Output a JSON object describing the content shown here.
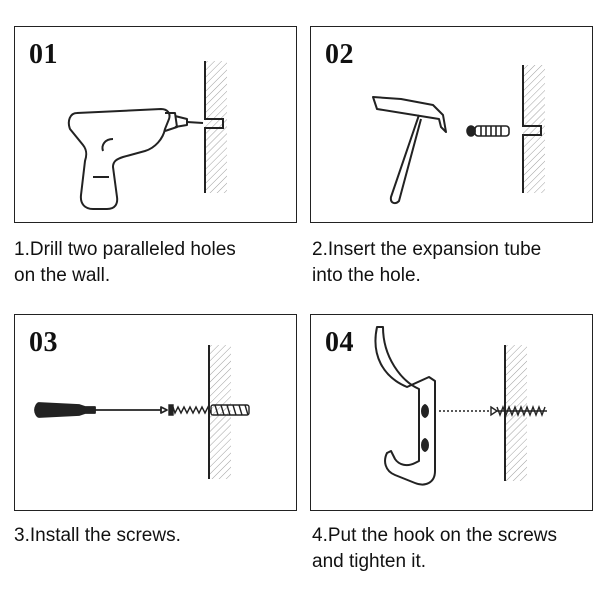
{
  "steps": [
    {
      "number": "01",
      "lines": [
        "1.Drill two paralleled holes",
        "on the wall."
      ]
    },
    {
      "number": "02",
      "lines": [
        "2.Insert the expansion tube",
        "into the hole."
      ]
    },
    {
      "number": "03",
      "lines": [
        "3.Install the screws."
      ]
    },
    {
      "number": "04",
      "lines": [
        "4.Put the hook on the screws",
        "and tighten it."
      ]
    }
  ],
  "colors": {
    "stroke": "#222222",
    "hatch": "#9a9a9a",
    "background": "#ffffff"
  },
  "icons": [
    "drill-icon",
    "hammer-icon",
    "expansion-tube-icon",
    "screwdriver-icon",
    "screw-icon",
    "wall-hook-icon",
    "wall-icon"
  ]
}
